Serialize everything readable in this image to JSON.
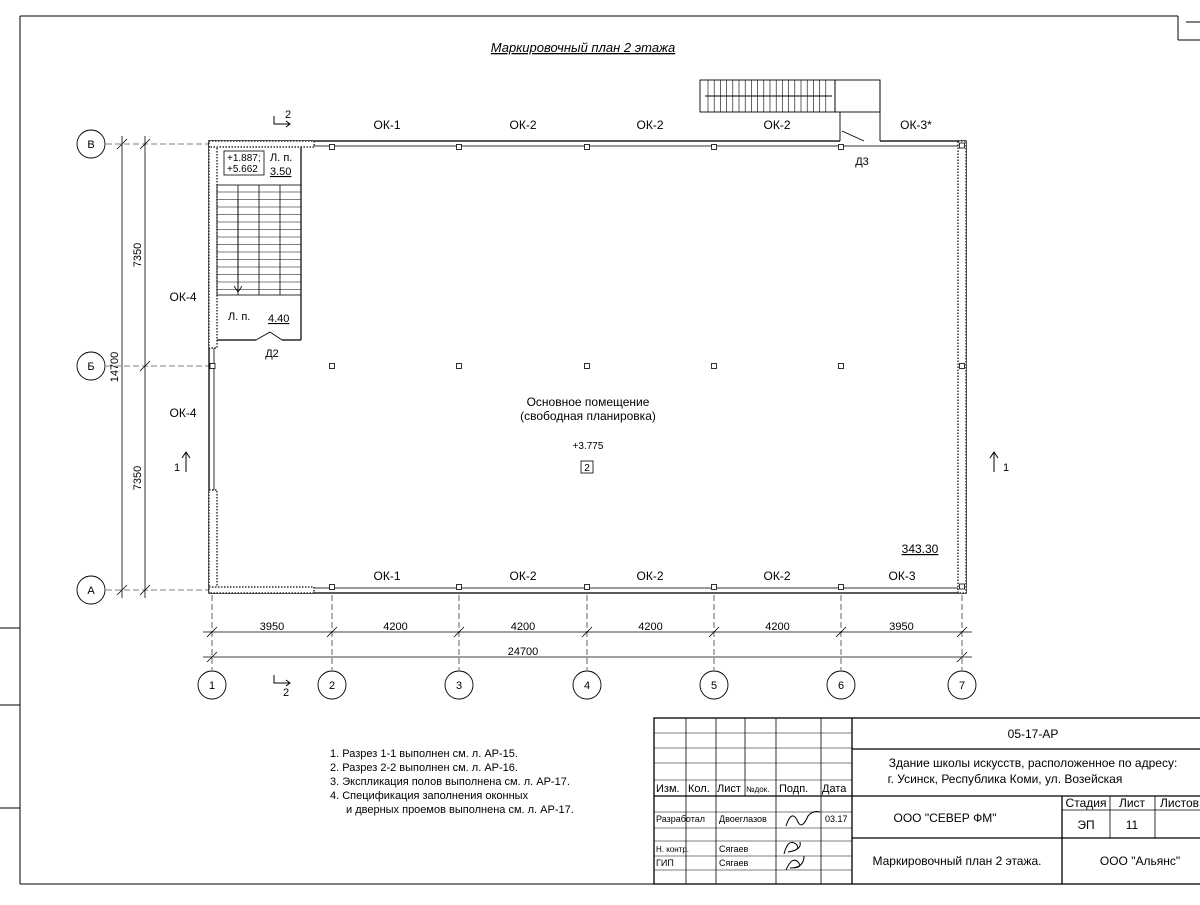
{
  "title": "Маркировочный план 2 этажа",
  "axes_letters": {
    "top": "В",
    "middle": "Б",
    "bottom": "А"
  },
  "axes_numbers": [
    "1",
    "2",
    "3",
    "4",
    "5",
    "6",
    "7"
  ],
  "dims_vertical": {
    "upper": "7350",
    "lower": "7350",
    "total": "14700"
  },
  "dims_horizontal": {
    "spans": [
      "3950",
      "4200",
      "4200",
      "4200",
      "4200",
      "3950"
    ],
    "total": "24700"
  },
  "windows_top": [
    "ОК-1",
    "ОК-2",
    "ОК-2",
    "ОК-2"
  ],
  "window_top_right": "ОК-3*",
  "windows_bottom": [
    "ОК-1",
    "ОК-2",
    "ОК-2",
    "ОК-2",
    "ОК-3"
  ],
  "windows_left": [
    "ОК-4",
    "ОК-4"
  ],
  "doors": {
    "d2": "Д2",
    "d3": "Д3"
  },
  "stair": {
    "level_1": "+1.887;",
    "level_2": "+5.662",
    "landing_top_label": "Л. п.",
    "landing_top_area": "3.50",
    "landing_bottom_label": "Л. п.",
    "landing_bottom_area": "4.40"
  },
  "room": {
    "name_line1": "Основное помещение",
    "name_line2": "(свободная планировка)",
    "level": "+3.775",
    "number": "2",
    "area": "343.30"
  },
  "section_marks": {
    "s1": "1",
    "s2": "2"
  },
  "notes": [
    "1. Разрез 1-1 выполнен см. л. АР-15.",
    "2. Разрез 2-2 выполнен см. л. АР-16.",
    "3. Экспликация полов выполнена см. л. АР-17.",
    "4. Спецификация заполнения оконных",
    "    и дверных проемов выполнена см. л. АР-17."
  ],
  "title_block": {
    "code": "05-17-АР",
    "building_line1": "Здание школы искусств, расположенное по адресу:",
    "building_line2": "г. Усинск, Республика Коми, ул. Возейская",
    "headers": [
      "Изм.",
      "Кол.",
      "Лист",
      "№док.",
      "Подп.",
      "Дата"
    ],
    "company_designer": "ООО \"СЕВЕР ФМ\"",
    "stage_header": "Стадия",
    "sheet_header": "Лист",
    "sheets_header": "Листов",
    "stage": "ЭП",
    "sheet": "11",
    "sheet_name": "Маркировочный план 2 этажа.",
    "company_client": "ООО \"Альянс\"",
    "roles": [
      {
        "role": "Разработал",
        "name": "Двоеглазов",
        "date": "03.17"
      },
      {
        "role": "Н. контр.",
        "name": "Сягаев",
        "date": ""
      },
      {
        "role": "ГИП",
        "name": "Сягаев",
        "date": ""
      }
    ]
  }
}
